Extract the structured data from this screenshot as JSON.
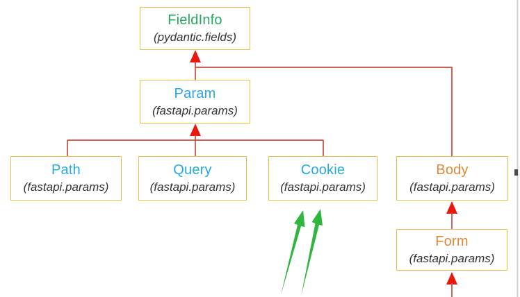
{
  "diagram": {
    "nodes": [
      {
        "id": "fieldinfo",
        "title": "FieldInfo",
        "subtitle": "(pydantic.fields)",
        "title_color": "#27a561"
      },
      {
        "id": "param",
        "title": "Param",
        "subtitle": "(fastapi.params)",
        "title_color": "#29a8df"
      },
      {
        "id": "path",
        "title": "Path",
        "subtitle": "(fastapi.params)",
        "title_color": "#29a8df"
      },
      {
        "id": "query",
        "title": "Query",
        "subtitle": "(fastapi.params)",
        "title_color": "#29a8df"
      },
      {
        "id": "cookie",
        "title": "Cookie",
        "subtitle": "(fastapi.params)",
        "title_color": "#29a8df"
      },
      {
        "id": "body",
        "title": "Body",
        "subtitle": "(fastapi.params)",
        "title_color": "#e0883a"
      },
      {
        "id": "form",
        "title": "Form",
        "subtitle": "(fastapi.params)",
        "title_color": "#e0883a"
      }
    ],
    "edges": [
      {
        "from": "Param",
        "to": "FieldInfo",
        "type": "inheritance-arrow"
      },
      {
        "from": "Body",
        "to": "FieldInfo",
        "type": "inheritance-arrow"
      },
      {
        "from": "Path",
        "to": "Param",
        "type": "inheritance-arrow"
      },
      {
        "from": "Query",
        "to": "Param",
        "type": "inheritance-arrow"
      },
      {
        "from": "Cookie",
        "to": "Param",
        "type": "inheritance-arrow"
      },
      {
        "from": "Form",
        "to": "Body",
        "type": "inheritance-arrow"
      },
      {
        "from": "offscreen-below",
        "to": "Form",
        "type": "inheritance-arrow"
      }
    ],
    "annotations": [
      {
        "type": "highlight-arrows",
        "target": "Cookie",
        "count": 2,
        "color": "#2eb63f"
      }
    ],
    "colors": {
      "node_border": "#e8c24a",
      "edge_line": "#c64a41",
      "arrowhead": "#e8180c",
      "highlight_arrow": "#2eb63f",
      "title_green": "#27a561",
      "title_blue": "#29a8df",
      "title_orange": "#e0883a",
      "subtitle_text": "#333333",
      "window_edge": "#cdd0d4"
    }
  }
}
